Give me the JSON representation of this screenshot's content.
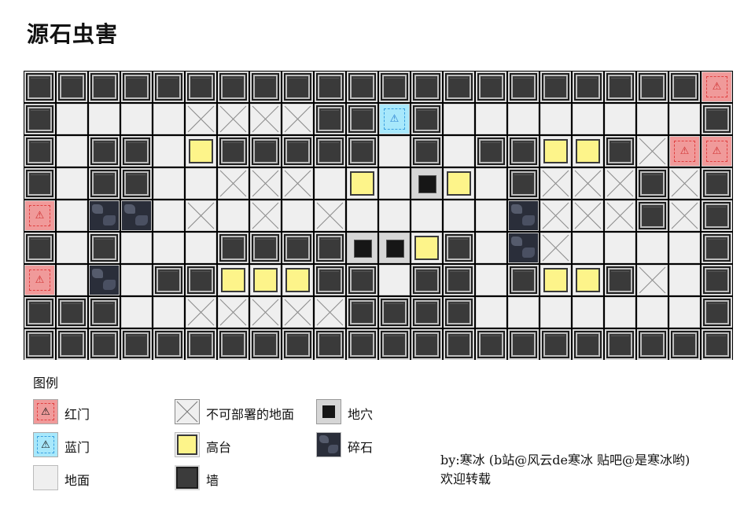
{
  "title": "源石虫害",
  "map": {
    "rows": [
      "WWWWWWWWWWWWWWWWWWWWWR",
      "WFFFFXXXXWWBWFFFFFFFFW",
      "WFWWFHWWWWWFWFWWHHWXRR",
      "WFWWFFXXXFHFOHFWXXXWXW",
      "RFZZFXFXFXFFFFFZXXXWXW",
      "WFWFFFWWWWOOHWFZXFFFFW",
      "RFZFWWHHHWWFWWFWHHWXFW",
      "WWWFFXXXXXWWWWFFFFFFFW",
      "WWWWWWWWWWWWWWWWWWWWWW"
    ],
    "legend_key": {
      "W": "wall",
      "F": "floor",
      "X": "no-deploy-floor",
      "H": "high-ground",
      "O": "hole",
      "Z": "rubble",
      "R": "red-gate",
      "B": "blue-gate"
    },
    "colors": {
      "red_gate": "#f09a9a",
      "blue_gate": "#a8e8fb",
      "high_ground": "#fdf48a",
      "floor": "#efefef",
      "wall": "#3b3b3b"
    }
  },
  "legend": {
    "title": "图例",
    "items": [
      {
        "key": "red",
        "label": "红门",
        "icon": "warning-icon"
      },
      {
        "key": "blue",
        "label": "蓝门",
        "icon": "warning-icon"
      },
      {
        "key": "floor",
        "label": "地面"
      },
      {
        "key": "nodeploy",
        "label": "不可部署的地面",
        "icon": "cross-icon"
      },
      {
        "key": "high",
        "label": "高台"
      },
      {
        "key": "wall",
        "label": "墙"
      },
      {
        "key": "hole",
        "label": "地穴"
      },
      {
        "key": "rubble",
        "label": "碎石"
      }
    ]
  },
  "credit": {
    "line1": "by:寒冰 (b站@风云de寒冰 贴吧@是寒冰哟)",
    "line2": "欢迎转载"
  }
}
